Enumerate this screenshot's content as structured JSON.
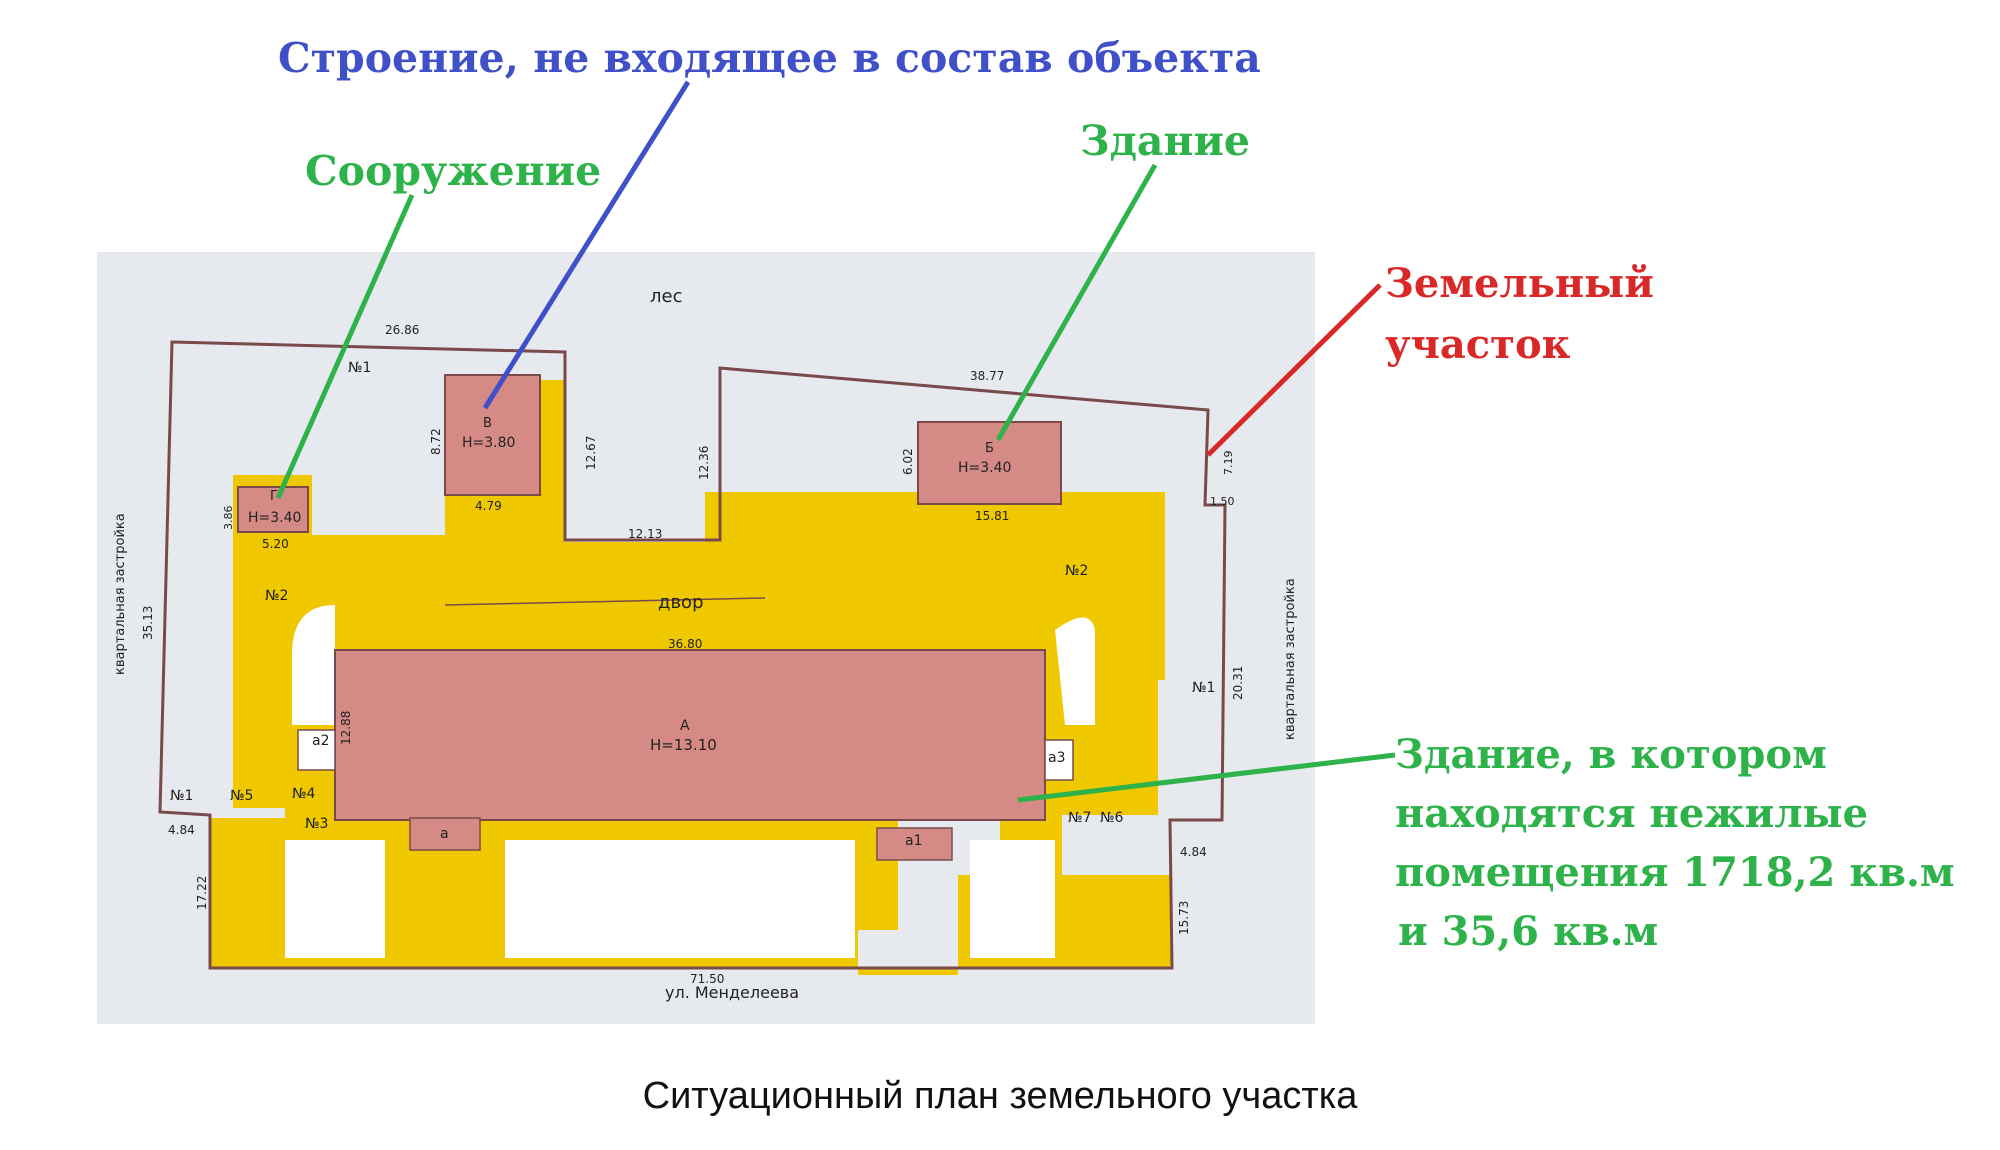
{
  "colors": {
    "photo_bg": "#e6e9ee",
    "yard": "#f0c800",
    "building": "#d58a86",
    "outline": "#7a4a4a",
    "green": "#2eb24a",
    "blue": "#4050c8",
    "red": "#d82828"
  },
  "annotations": {
    "structure_not_in_object": "Строение, не входящее в состав объекта",
    "construction": "Сооружение",
    "building": "Здание",
    "land_plot_line1": "Земельный",
    "land_plot_line2": "участок",
    "main_line1": "Здание, в котором",
    "main_line2": "находятся нежилые",
    "main_line3": "помещения 1718,2 кв.м",
    "main_line4": "и 35,6 кв.м"
  },
  "plan": {
    "les": "лес",
    "dvor": "двор",
    "street": "ул. Менделеева",
    "side_left": "квартальная застройка",
    "side_right": "квартальная застройка",
    "bldg_g": "Г",
    "bldg_g_h": "Н=3.40",
    "bldg_v": "В",
    "bldg_v_h": "Н=3.80",
    "bldg_b": "Б",
    "bldg_b_h": "Н=3.40",
    "bldg_a": "А",
    "bldg_a_h": "Н=13.10",
    "plot_n1_top": "№1",
    "plot_n2_left": "№2",
    "plot_n2_right": "№2",
    "plot_n1_right": "№1",
    "plot_n1_bottom": "№1",
    "plot_n5": "№5",
    "plot_n4": "№4",
    "plot_n3": "№3",
    "plot_n7": "№7",
    "plot_n6": "№6",
    "a2": "а2",
    "a3": "а3",
    "a": "а",
    "a1": "а1",
    "dim_top_left": "26.86",
    "dim_top_right": "38.77",
    "dim_v_w": "4.79",
    "dim_v_h": "8.72",
    "dim_g_w": "5.20",
    "dim_g_h": "3.86",
    "dim_b_w": "15.81",
    "dim_b_h": "6.02",
    "dim_mid": "12.13",
    "dim_v1": "12.67",
    "dim_v2": "12.36",
    "dim_a_top": "36.80",
    "dim_a_side": "12.88",
    "dim_left": "35.13",
    "dim_right": "20.31",
    "dim_r_top": "7.19",
    "dim_r_small": "1.50",
    "dim_bl": "4.84",
    "dim_br": "4.84",
    "dim_bottom_left": "17.22",
    "dim_bottom_right": "15.73",
    "dim_bottom": "71.50"
  },
  "caption": "Ситуационный план земельного участка"
}
